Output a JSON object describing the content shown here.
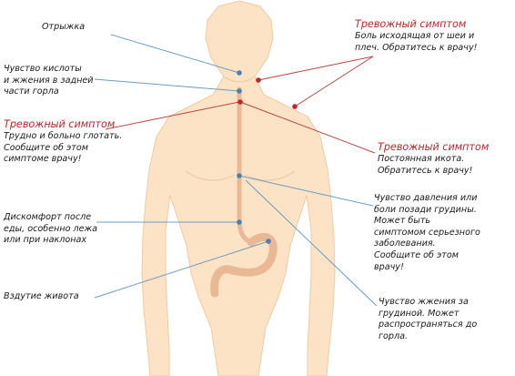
{
  "colors": {
    "skin": "#fce3c6",
    "skin_edge": "#f0caa2",
    "organ": "#e9b995",
    "leader_normal": "#6b9cc2",
    "leader_warning": "#b84545",
    "dot_normal": "#4a7fb0",
    "dot_warning": "#c0262b",
    "warning_text": "#c0262b"
  },
  "labels": {
    "burping": [
      "Отрыжка"
    ],
    "sour_throat": [
      "Чувство кислоты",
      "и жжения в задней",
      "части горла"
    ],
    "warn_swallow": {
      "heading": "Тревожный симптом",
      "lines": [
        "Трудно и больно глотать.",
        "Сообщите об этом",
        "симптоме врачу!"
      ]
    },
    "warn_neck": {
      "heading": "Тревожный симптом",
      "lines": [
        "Боль исходящая от шеи и",
        "плеч. Обратитесь к врачу!"
      ]
    },
    "warn_hiccup": {
      "heading": "Тревожный симптом",
      "lines": [
        "Постоянная икота.",
        "Обратитесь к врачу!"
      ]
    },
    "chest_pressure": [
      "Чувство давления или",
      "боли позади грудины.",
      "Может быть",
      "симптомом серьезного",
      "заболевания.",
      "Сообщите об этом",
      "врачу!"
    ],
    "discomfort": [
      "Дискомфорт после",
      "еды, особенно лежа",
      "или при наклонах"
    ],
    "bloating": [
      "Вздутие живота"
    ],
    "heartburn": [
      "Чувство жжения за",
      "грудиной. Может",
      "распространяться до",
      "горла."
    ]
  }
}
